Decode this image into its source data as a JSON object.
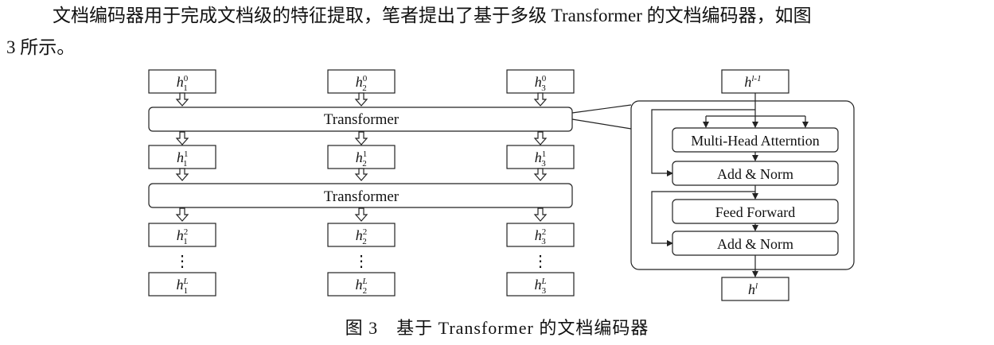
{
  "paragraph": {
    "line1": "文档编码器用于完成文档级的特征提取，笔者提出了基于多级 Transformer 的文档编码器，如图",
    "line2": "3 所示。"
  },
  "figure": {
    "rows": {
      "row0": [
        {
          "base": "h",
          "sub": "1",
          "sup": "0"
        },
        {
          "base": "h",
          "sub": "2",
          "sup": "0"
        },
        {
          "base": "h",
          "sub": "3",
          "sup": "0"
        }
      ],
      "row1": [
        {
          "base": "h",
          "sub": "1",
          "sup": "1"
        },
        {
          "base": "h",
          "sub": "2",
          "sup": "1"
        },
        {
          "base": "h",
          "sub": "3",
          "sup": "1"
        }
      ],
      "row2": [
        {
          "base": "h",
          "sub": "1",
          "sup": "2"
        },
        {
          "base": "h",
          "sub": "2",
          "sup": "2"
        },
        {
          "base": "h",
          "sub": "3",
          "sup": "2"
        }
      ],
      "rowL": [
        {
          "base": "h",
          "sub": "1",
          "sup": "L"
        },
        {
          "base": "h",
          "sub": "2",
          "sup": "L"
        },
        {
          "base": "h",
          "sub": "3",
          "sup": "L"
        }
      ]
    },
    "transformer_label": "Transformer",
    "ellipsis": "⋮",
    "detail": {
      "input": {
        "base": "h",
        "sup": "l-1"
      },
      "output": {
        "base": "h",
        "sup": "l"
      },
      "mha": "Multi-Head Atterntion",
      "add_norm": "Add & Norm",
      "ffn": "Feed Forward"
    },
    "caption": "图 3　基于 Transformer 的文档编码器"
  }
}
